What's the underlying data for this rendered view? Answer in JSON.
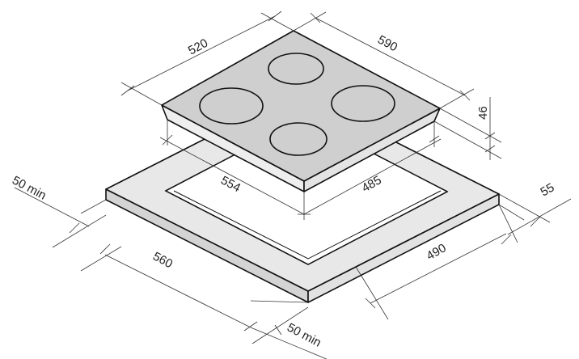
{
  "colors": {
    "hob_top": "#cfcfcf",
    "hob_side": "#ececec",
    "counter_top": "#e6e6e6",
    "counter_side": "#d4d4d4",
    "line": "#111111"
  },
  "dimensions": {
    "hob_depth": "520",
    "hob_width": "590",
    "hob_height": "46",
    "cutout_width": "554",
    "cutout_depth": "485",
    "counter_thickness": "55",
    "counter_depth": "490",
    "counter_width": "560",
    "min_clearance_left": "50 min",
    "min_clearance_front": "50 min"
  }
}
